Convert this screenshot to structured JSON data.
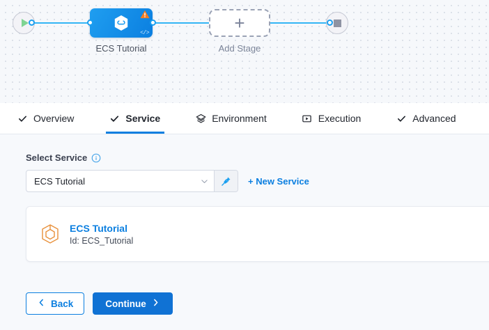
{
  "canvas": {
    "start_node": {
      "icon": "play-icon",
      "label": ""
    },
    "stage_node": {
      "label": "ECS Tutorial",
      "icon": "harness-hexagon-icon",
      "warning_icon": "warning-triangle-icon",
      "code_icon": "code-brackets-icon"
    },
    "add_stage": {
      "label": "Add Stage",
      "icon": "plus-icon"
    },
    "end_node": {
      "icon": "stop-square-icon"
    },
    "accent_color": "#33b5f5",
    "stage_color": "#1f9ef0",
    "warning_color": "#ff7a33"
  },
  "tabs": [
    {
      "label": "Overview",
      "icon": "check-icon",
      "active": false
    },
    {
      "label": "Service",
      "icon": "check-icon",
      "active": true
    },
    {
      "label": "Environment",
      "icon": "layers-icon",
      "active": false
    },
    {
      "label": "Execution",
      "icon": "play-box-icon",
      "active": false
    },
    {
      "label": "Advanced",
      "icon": "check-icon",
      "active": false
    }
  ],
  "active_tab_color": "#0b7fe0",
  "form": {
    "select_service_label": "Select Service",
    "info_icon": "info-icon",
    "selected_service": "ECS Tutorial",
    "chevron_icon": "chevron-down-icon",
    "pin_icon": "pin-icon",
    "new_service_label": "+ New Service"
  },
  "service_card": {
    "icon": "cube-hexagon-icon",
    "title": "ECS Tutorial",
    "id_text": "Id: ECS_Tutorial",
    "icon_color": "#e8903a",
    "title_color": "#0b7fe0"
  },
  "footer": {
    "back_label": "Back",
    "back_icon": "chevron-left-icon",
    "continue_label": "Continue",
    "continue_icon": "chevron-right-icon",
    "primary_color": "#1072d4"
  }
}
